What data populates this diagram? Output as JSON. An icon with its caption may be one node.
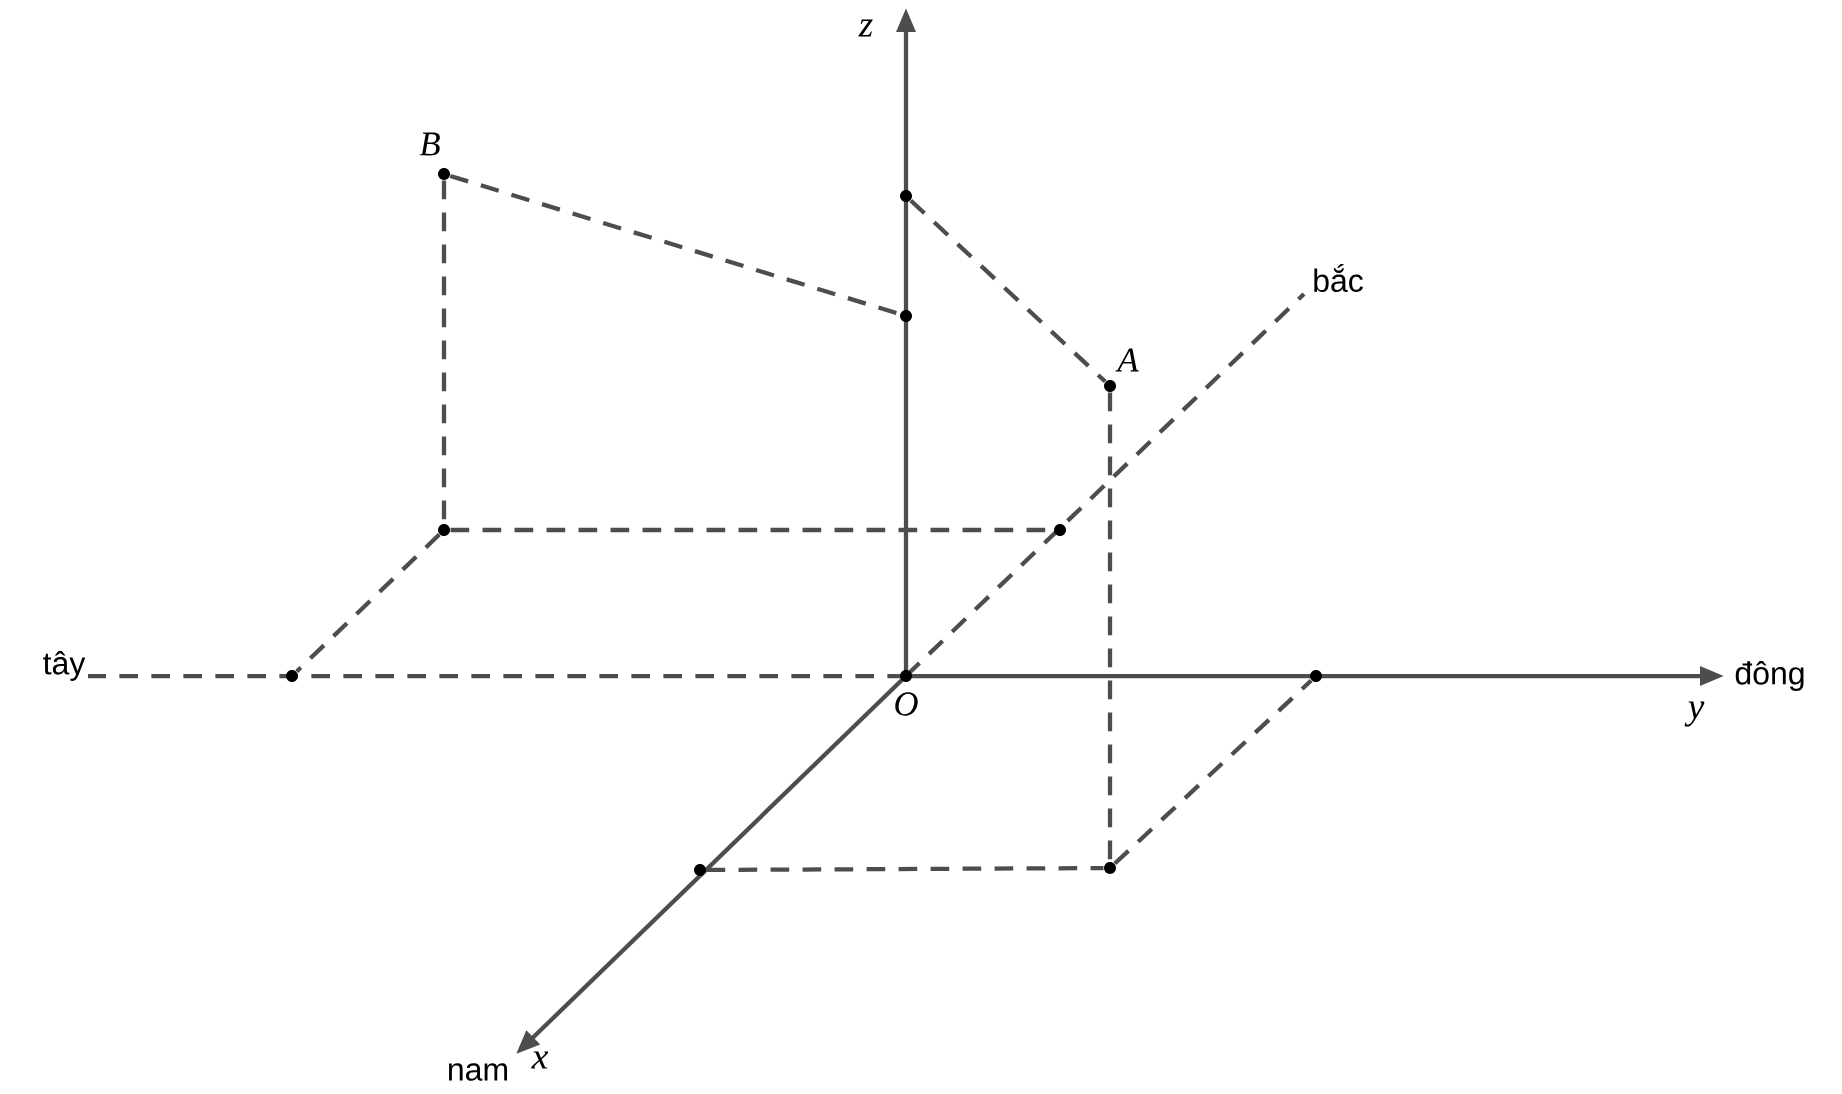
{
  "diagram": {
    "nodes": [
      {
        "text": [
          "B"
        ]
      },
      {
        "text": [],
        "shape": "circle"
      },
      {
        "text": [],
        "shape": "circle"
      },
      {
        "text": [
          "A"
        ]
      },
      {
        "text": [],
        "shape": "circle"
      },
      {
        "text": [],
        "shape": "circle"
      },
      {
        "text": [],
        "shape": "circle"
      },
      {
        "text": [
          "O"
        ]
      },
      {
        "text": [],
        "shape": "circle"
      },
      {
        "text": [],
        "shape": "circle"
      },
      {
        "text": [],
        "shape": "circle"
      }
    ],
    "edges": [
      {
        "from": 0,
        "to": 2,
        "arrow": "none",
        "style": "dashed"
      },
      {
        "from": 1,
        "to": 3,
        "arrow": "none",
        "style": "dashed"
      },
      {
        "from": 0,
        "to": 4,
        "arrow": "none",
        "style": "dashed"
      },
      {
        "from": 4,
        "to": 5,
        "arrow": "none",
        "style": "dashed"
      },
      {
        "from": 4,
        "to": 6,
        "arrow": "none",
        "style": "dashed"
      },
      {
        "from": 3,
        "to": 10,
        "arrow": "none",
        "style": "dashed"
      },
      {
        "from": 9,
        "to": 10,
        "arrow": "none",
        "style": "dashed"
      },
      {
        "from": 10,
        "to": 8,
        "arrow": "none",
        "style": "dashed"
      }
    ],
    "labels": [
      "z",
      "bắc",
      "tây",
      "đông",
      "y",
      "nam",
      "x"
    ]
  }
}
